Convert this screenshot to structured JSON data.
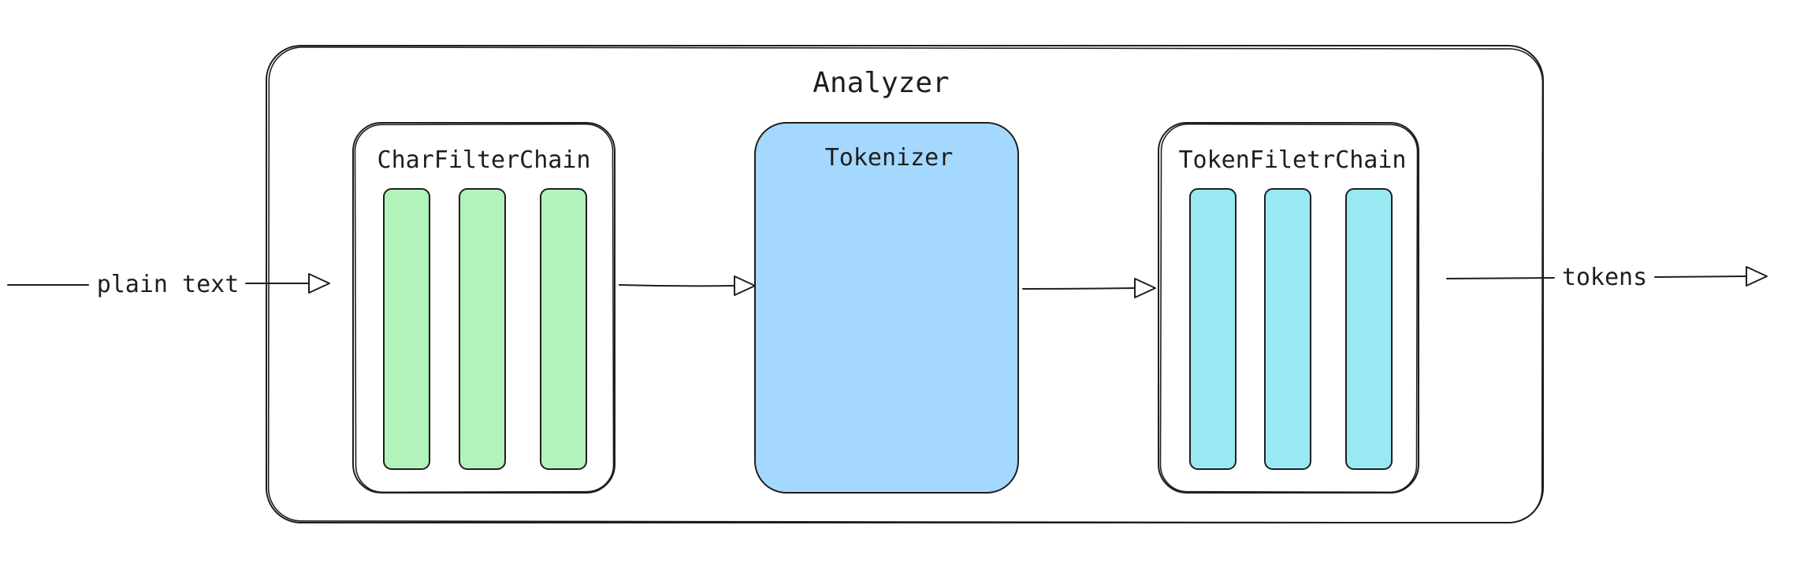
{
  "labels": {
    "analyzer": "Analyzer",
    "char_filter_chain": "CharFilterChain",
    "tokenizer": "Tokenizer",
    "token_filter_chain": "TokenFiletrChain",
    "input": "plain text",
    "output": "tokens"
  },
  "colors": {
    "stroke": "#1e1e1e",
    "char_filter_fill": "#b2f2bb",
    "tokenizer_fill": "#a5d8ff",
    "token_filter_fill": "#99e9f2",
    "background": "#ffffff"
  }
}
